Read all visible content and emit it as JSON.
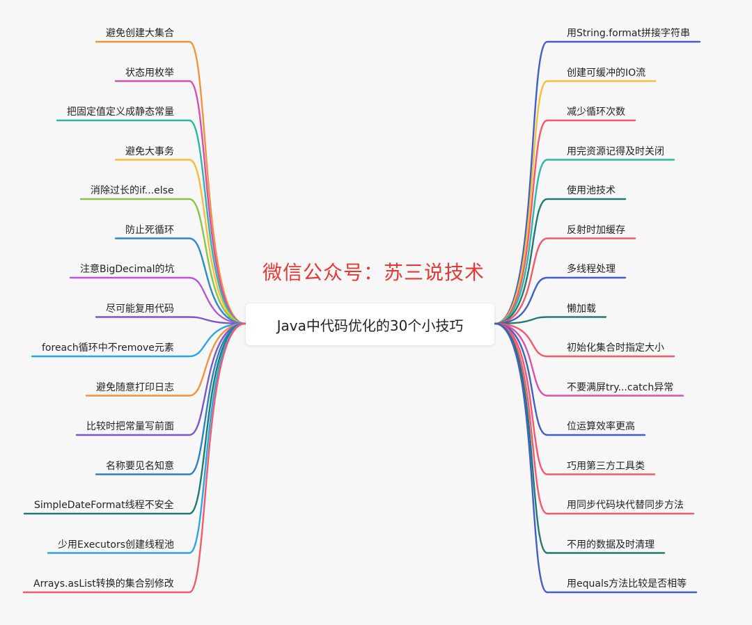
{
  "center": {
    "title": "Java中代码优化的30个小技巧"
  },
  "watermark": "微信公众号：苏三说技术",
  "left_branches": [
    {
      "label": "避免创建大集合",
      "color": "#f5913e"
    },
    {
      "label": "状态用枚举",
      "color": "#d84fb0"
    },
    {
      "label": "把固定值定义成静态常量",
      "color": "#2bb8a4"
    },
    {
      "label": "避免大事务",
      "color": "#f6bd3a"
    },
    {
      "label": "消除过长的if...else",
      "color": "#8bc34a"
    },
    {
      "label": "防止死循环",
      "color": "#2f86c9"
    },
    {
      "label": "注意BigDecimal的坑",
      "color": "#b45ad1"
    },
    {
      "label": "尽可能复用代码",
      "color": "#7d55c9"
    },
    {
      "label": "foreach循环中不remove元素",
      "color": "#2aa6e0"
    },
    {
      "label": "避免随意打印日志",
      "color": "#f5913e"
    },
    {
      "label": "比较时把常量写前面",
      "color": "#7d55c9"
    },
    {
      "label": "名称要见名知意",
      "color": "#2f7fc4"
    },
    {
      "label": "SimpleDateFormat线程不安全",
      "color": "#1f7a74"
    },
    {
      "label": "少用Executors创建线程池",
      "color": "#2aa6e0"
    },
    {
      "label": "Arrays.asList转换的集合别修改",
      "color": "#f2596b"
    }
  ],
  "right_branches": [
    {
      "label": "用String.format拼接字符串",
      "color": "#3f5fc4"
    },
    {
      "label": "创建可缓冲的IO流",
      "color": "#f6bd3a"
    },
    {
      "label": "减少循环次数",
      "color": "#f2596b"
    },
    {
      "label": "用完资源记得及时关闭",
      "color": "#2bb8a4"
    },
    {
      "label": "使用池技术",
      "color": "#1f7a74"
    },
    {
      "label": "反射时加缓存",
      "color": "#f2596b"
    },
    {
      "label": "多线程处理",
      "color": "#3f5fc4"
    },
    {
      "label": "懒加载",
      "color": "#1f7a74"
    },
    {
      "label": "初始化集合时指定大小",
      "color": "#f2596b"
    },
    {
      "label": "不要满屏try...catch异常",
      "color": "#d84fb0"
    },
    {
      "label": "位运算效率更高",
      "color": "#3f5fc4"
    },
    {
      "label": "巧用第三方工具类",
      "color": "#f2596b"
    },
    {
      "label": "用同步代码块代替同步方法",
      "color": "#f2596b"
    },
    {
      "label": "不用的数据及时清理",
      "color": "#1f7a74"
    },
    {
      "label": "用equals方法比较是否相等",
      "color": "#3f5fc4"
    }
  ]
}
